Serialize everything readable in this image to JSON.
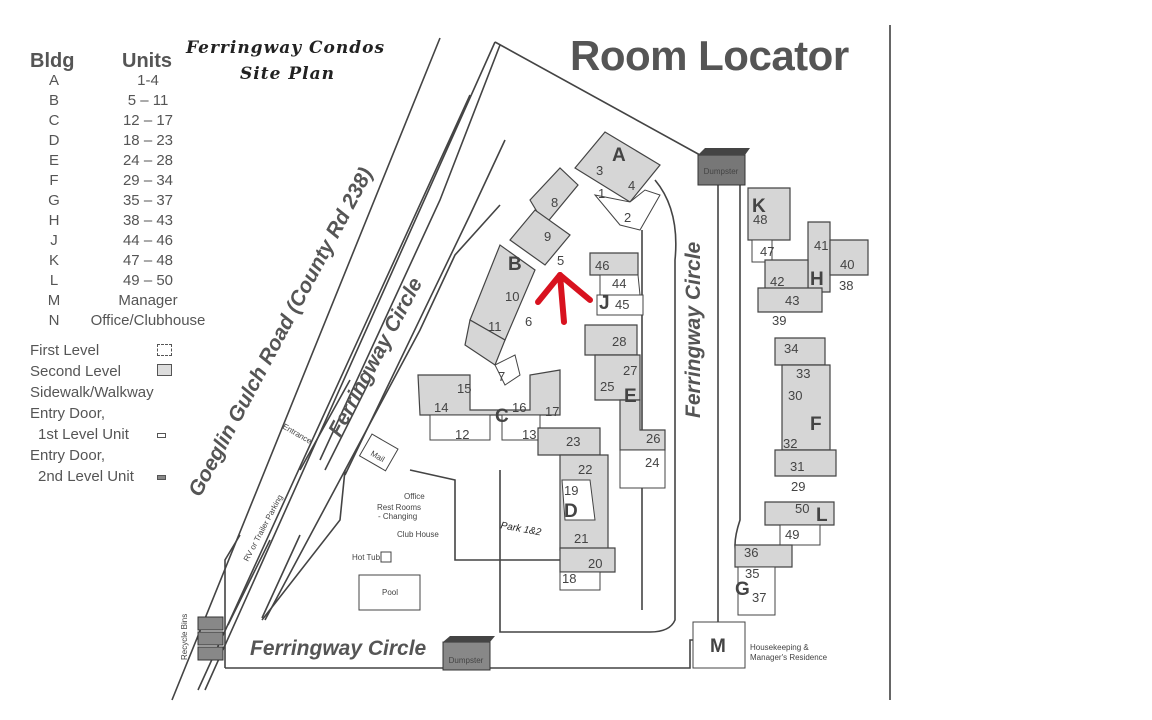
{
  "title": "Room Locator",
  "handwritten_title": [
    "Ferringway Condos",
    "Site Plan"
  ],
  "legend": {
    "col_bldg": "Bldg",
    "col_units": "Units",
    "rows": [
      {
        "bldg": "A",
        "units": "1-4"
      },
      {
        "bldg": "B",
        "units": "5 – 11"
      },
      {
        "bldg": "C",
        "units": "12 – 17"
      },
      {
        "bldg": "D",
        "units": "18 – 23"
      },
      {
        "bldg": "E",
        "units": "24 – 28"
      },
      {
        "bldg": "F",
        "units": "29 – 34"
      },
      {
        "bldg": "G",
        "units": "35 – 37"
      },
      {
        "bldg": "H",
        "units": "38 – 43"
      },
      {
        "bldg": "J",
        "units": "44 – 46"
      },
      {
        "bldg": "K",
        "units": "47 – 48"
      },
      {
        "bldg": "L",
        "units": "49 – 50"
      },
      {
        "bldg": "M",
        "units": "Manager"
      },
      {
        "bldg": "N",
        "units": "Office/Clubhouse"
      }
    ],
    "keys": [
      "First Level",
      "Second Level",
      "Sidewalk/Walkway",
      "Entry Door,",
      "1st Level Unit",
      "Entry Door,",
      "2nd Level Unit"
    ]
  },
  "roads": {
    "main": "Goeglin Gulch Road (County Rd 238)",
    "circle_left": "Ferringway Circle",
    "circle_right": "Ferringway Circle",
    "circle_bottom": "Ferringway Circle"
  },
  "places": {
    "entrance": "Entrance",
    "mail": "Mail",
    "rv": "RV or Trailer Parking",
    "recycle": "Recycle Bins",
    "dumpster": "Dumpster",
    "office": "Office",
    "restrooms": "Rest Rooms",
    "changing": "- Changing",
    "clubhouse": "Club House",
    "hottub": "Hot Tub",
    "pool": "Pool",
    "park": "Park 1&2",
    "m_letter": "M",
    "housekeeping": "Housekeeping &",
    "residence": "Manager's Residence"
  },
  "buildings": {
    "A": "A",
    "B": "B",
    "C": "C",
    "D": "D",
    "E": "E",
    "F": "F",
    "G": "G",
    "H": "H",
    "J": "J",
    "K": "K",
    "L": "L"
  },
  "units": {
    "u1": "1",
    "u2": "2",
    "u3": "3",
    "u4": "4",
    "u5": "5",
    "u6": "6",
    "u7": "7",
    "u8": "8",
    "u9": "9",
    "u10": "10",
    "u11": "11",
    "u12": "12",
    "u13": "13",
    "u14": "14",
    "u15": "15",
    "u16": "16",
    "u17": "17",
    "u18": "18",
    "u19": "19",
    "u20": "20",
    "u21": "21",
    "u22": "22",
    "u23": "23",
    "u24": "24",
    "u25": "25",
    "u26": "26",
    "u27": "27",
    "u28": "28",
    "u29": "29",
    "u30": "30",
    "u31": "31",
    "u32": "32",
    "u33": "33",
    "u34": "34",
    "u35": "35",
    "u36": "36",
    "u37": "37",
    "u38": "38",
    "u39": "39",
    "u40": "40",
    "u41": "41",
    "u42": "42",
    "u43": "43",
    "u44": "44",
    "u45": "45",
    "u46": "46",
    "u47": "47",
    "u48": "48",
    "u49": "49",
    "u50": "50"
  },
  "colors": {
    "arrow": "#d8121f",
    "building": "#d6d6d6"
  }
}
